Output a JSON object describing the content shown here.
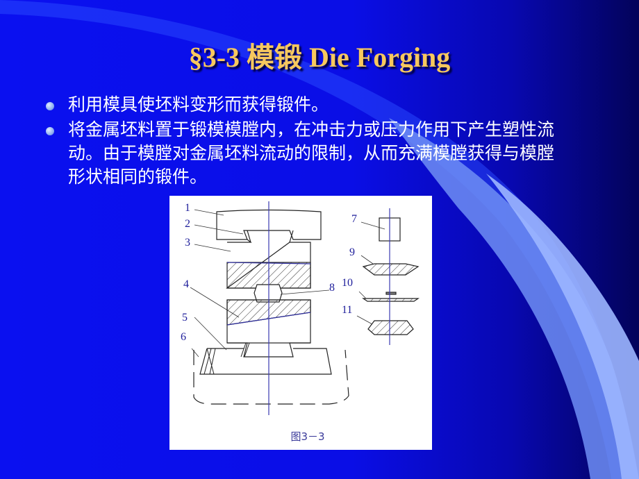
{
  "slide": {
    "title": "§3-3 模锻 Die Forging",
    "bullets": [
      "利用模具使坯料变形而获得锻件。",
      "将金属坯料置于锻模模膛内，在冲击力或压力作用下产生塑性流动。由于模膛对金属坯料流动的限制，从而充满模膛获得与模膛形状相同的锻件。"
    ],
    "figure": {
      "caption": "图3－3",
      "labels": [
        "1",
        "2",
        "3",
        "4",
        "5",
        "6",
        "7",
        "8",
        "9",
        "10",
        "11"
      ]
    }
  },
  "colors": {
    "title": "#f7c85e",
    "background": "#0a10f0",
    "text": "#ffffff"
  }
}
